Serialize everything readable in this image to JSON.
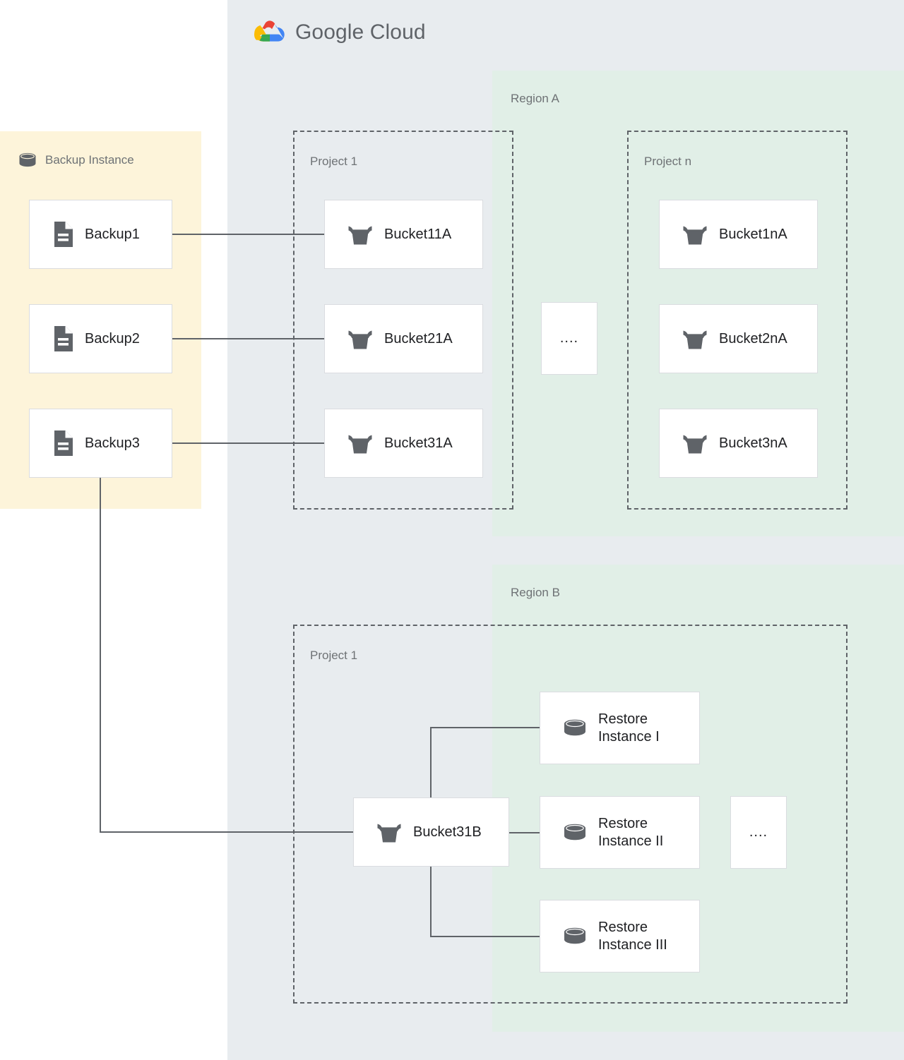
{
  "cloud": {
    "brand_word_1": "Google",
    "brand_word_2": "Cloud",
    "logo_icon": "google-cloud-logo-icon",
    "panel_color": "#e8ecef"
  },
  "backup_instance": {
    "title": "Backup Instance",
    "icon": "database-cylinder-icon",
    "panel_color": "#fdf4da",
    "backups": [
      {
        "label": "Backup1",
        "icon": "document-icon"
      },
      {
        "label": "Backup2",
        "icon": "document-icon"
      },
      {
        "label": "Backup3",
        "icon": "document-icon"
      }
    ]
  },
  "regions": [
    {
      "label": "Region A",
      "panel_color": "#e1efe7",
      "projects": [
        {
          "label": "Project 1",
          "buckets": [
            {
              "label": "Bucket11A",
              "icon": "bucket-icon"
            },
            {
              "label": "Bucket21A",
              "icon": "bucket-icon"
            },
            {
              "label": "Bucket31A",
              "icon": "bucket-icon"
            }
          ]
        },
        {
          "label": "Project n",
          "buckets": [
            {
              "label": "Bucket1nA",
              "icon": "bucket-icon"
            },
            {
              "label": "Bucket2nA",
              "icon": "bucket-icon"
            },
            {
              "label": "Bucket3nA",
              "icon": "bucket-icon"
            }
          ]
        }
      ],
      "ellipsis": "...."
    },
    {
      "label": "Region B",
      "panel_color": "#e1efe7",
      "projects": [
        {
          "label": "Project 1",
          "buckets": [
            {
              "label": "Bucket31B",
              "icon": "bucket-icon"
            }
          ],
          "restore_instances": [
            {
              "label": "Restore\nInstance I",
              "icon": "database-cylinder-icon"
            },
            {
              "label": "Restore\nInstance II",
              "icon": "database-cylinder-icon"
            },
            {
              "label": "Restore\nInstance III",
              "icon": "database-cylinder-icon"
            }
          ],
          "ellipsis": "...."
        }
      ]
    }
  ],
  "connections": [
    {
      "from": "Backup1",
      "to": "Bucket11A"
    },
    {
      "from": "Backup2",
      "to": "Bucket21A"
    },
    {
      "from": "Backup3",
      "to": "Bucket31A"
    },
    {
      "from": "Backup3",
      "to": "Bucket31B"
    },
    {
      "from": "Bucket31B",
      "to": "Restore Instance I"
    },
    {
      "from": "Bucket31B",
      "to": "Restore Instance II"
    },
    {
      "from": "Bucket31B",
      "to": "Restore Instance III"
    }
  ],
  "colors": {
    "connector": "#5f6368",
    "card_border": "#dadce0",
    "icon_gray": "#5f6368",
    "label_gray": "#6e7275",
    "text_dark": "#202124",
    "google_blue": "#4285f4",
    "google_red": "#ea4335",
    "google_yellow": "#fbbc05",
    "google_green": "#34a853"
  }
}
